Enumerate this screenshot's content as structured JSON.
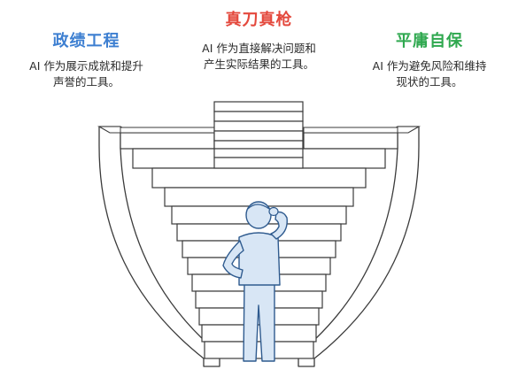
{
  "colors": {
    "left_heading": "#3d7fd1",
    "center_heading": "#e4483c",
    "right_heading": "#2fa84f",
    "line": "#3b3b3b",
    "step_fill": "#ffffff",
    "person_fill": "#d8e6f5",
    "person_stroke": "#2f5b8f"
  },
  "left": {
    "heading": "政绩工程",
    "desc_line1": "AI 作为展示成就和提升",
    "desc_line2": "声誉的工具。"
  },
  "center": {
    "heading": "真刀真枪",
    "desc_line1": "AI 作为直接解决问题和",
    "desc_line2": "产生实际结果的工具。"
  },
  "right": {
    "heading": "平庸自保",
    "desc_line1": "AI 作为避免风险和维持",
    "desc_line2": "现状的工具。"
  }
}
